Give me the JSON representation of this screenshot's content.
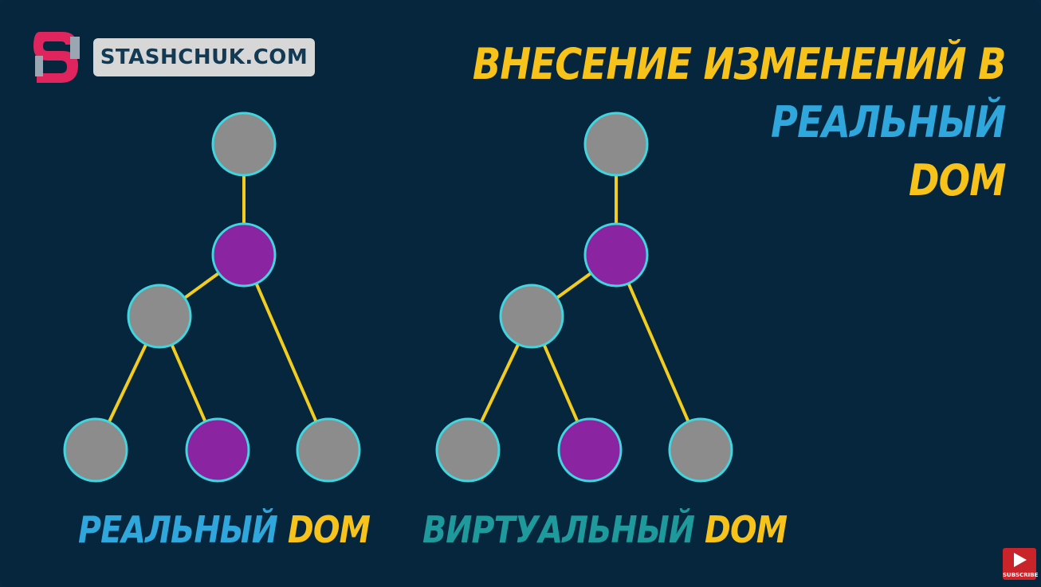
{
  "brand": {
    "logo_icon": "stashchuk-s-logo-icon",
    "site": "STASHCHUK.COM"
  },
  "headline": {
    "line1": "ВНЕСЕНИЕ ИЗМЕНЕНИЙ В",
    "line2": "РЕАЛЬНЫЙ",
    "line3": "DOM"
  },
  "diagram": {
    "trees": [
      {
        "id": "real",
        "caption_word": "РЕАЛЬНЫЙ",
        "caption_dom": "DOM"
      },
      {
        "id": "virtual",
        "caption_word": "ВИРТУАЛЬНЫЙ",
        "caption_dom": "DOM"
      }
    ],
    "nodes": [
      {
        "id": "root",
        "state": "unchanged"
      },
      {
        "id": "child",
        "state": "changed"
      },
      {
        "id": "inner",
        "state": "unchanged"
      },
      {
        "id": "leaf-left",
        "state": "unchanged"
      },
      {
        "id": "leaf-mid",
        "state": "changed"
      },
      {
        "id": "leaf-right",
        "state": "unchanged"
      }
    ],
    "edges": [
      [
        "root",
        "child"
      ],
      [
        "child",
        "inner"
      ],
      [
        "child",
        "leaf-right"
      ],
      [
        "inner",
        "leaf-left"
      ],
      [
        "inner",
        "leaf-mid"
      ]
    ]
  },
  "colors": {
    "background": "#06263d",
    "node_unchanged": "#8c8c8c",
    "node_changed": "#8a24a0",
    "node_border": "#3fd6e0",
    "edge": "#f2cd1f",
    "accent_yellow": "#f7c31b",
    "accent_blue": "#2fa6dc",
    "accent_teal": "#1f9a9c"
  },
  "youtube": {
    "icon": "play-icon",
    "label": "SUBSCRIBE"
  }
}
